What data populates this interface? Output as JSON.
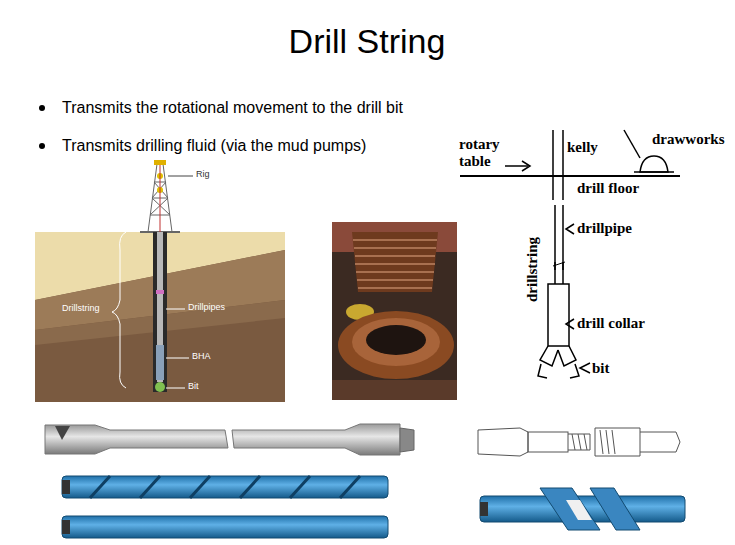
{
  "diagram": {
    "title": "Drill String",
    "labels": [
      "Transmits the rotational movement to the drill bit",
      "Transmits drilling fluid (via the mud pumps)",
      "Rig",
      "Drillstring",
      "Drillpipes",
      "BHA",
      "Bit",
      "rotary table",
      "kelly",
      "drawworks",
      "drill floor",
      "drillstring",
      "drillpipe",
      "drill collar",
      "bit"
    ]
  }
}
